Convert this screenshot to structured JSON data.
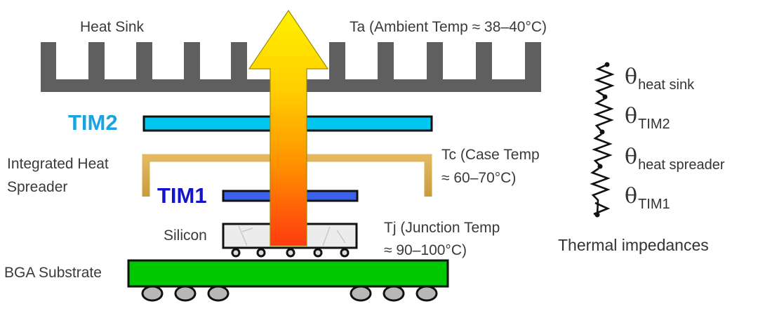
{
  "labels": {
    "heat_sink": "Heat Sink",
    "ambient_temp": "Ta (Ambient Temp ≈ 38–40°C)",
    "tim2": "TIM2",
    "ihs_line1": "Integrated Heat",
    "ihs_line2": "Spreader",
    "tim1": "TIM1",
    "silicon": "Silicon",
    "bga_substrate": "BGA Substrate",
    "case_temp_line1": "Tc (Case Temp",
    "case_temp_line2": "≈ 60–70°C)",
    "junction_temp_line1": "Tj (Junction Temp",
    "junction_temp_line2": "≈ 90–100°C)"
  },
  "thermal_impedances": {
    "title": "Thermal impedances",
    "symbol": "θ",
    "items": [
      {
        "subscript": "heat sink"
      },
      {
        "subscript": "TIM2"
      },
      {
        "subscript": "heat spreader"
      },
      {
        "subscript": "TIM1"
      }
    ]
  },
  "colors": {
    "heat_sink": "#5f5f5f",
    "tim2": "#00c8f0",
    "tim2_label": "#1aa3e0",
    "ihs": "#d4a84b",
    "tim1": "#3060e8",
    "tim1_label": "#1414c8",
    "silicon": "#ececec",
    "substrate": "#00c800",
    "solder_ball": "#b8b8b8",
    "arrow_top": "#ffee00",
    "arrow_mid": "#ff9a00",
    "arrow_bottom": "#ff4010"
  }
}
